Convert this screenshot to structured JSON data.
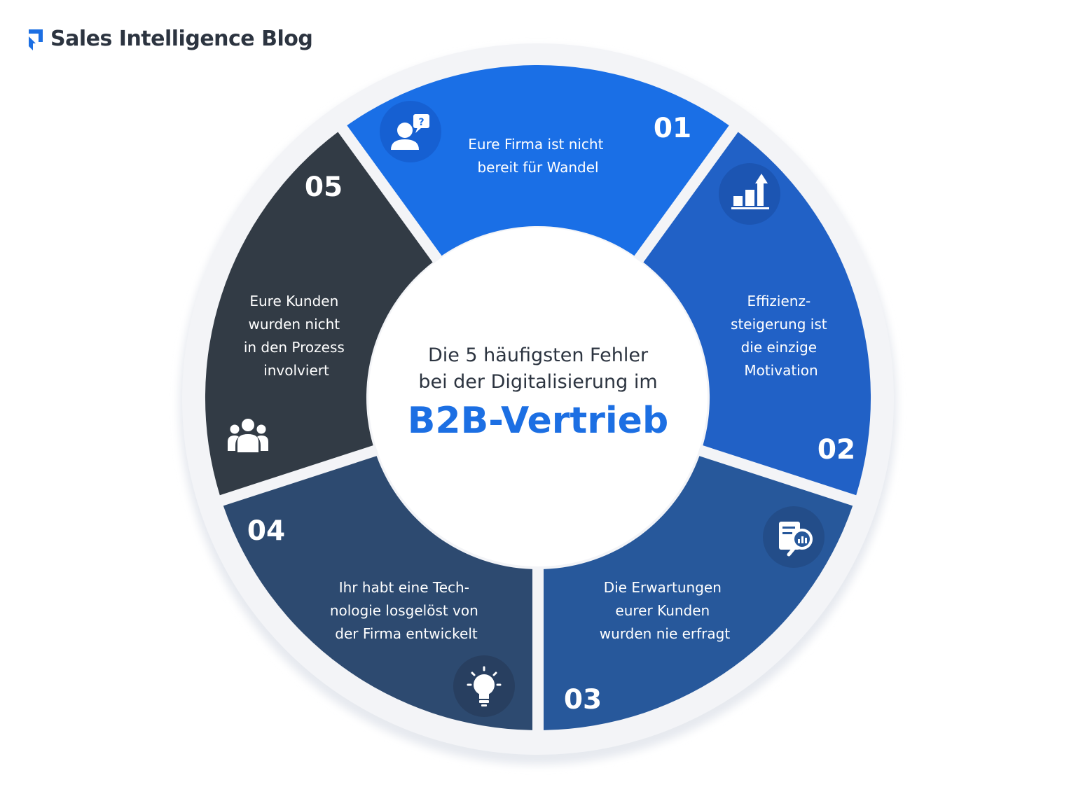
{
  "brand": {
    "name": "Sales Intelligence Blog",
    "logo_icon": "arrow-logo-icon"
  },
  "center": {
    "line1": "Die 5 häufigsten Fehler",
    "line2": "bei der Digitalisierung im",
    "highlight": "B2B-Vertrieb"
  },
  "colors": {
    "accent": "#1c6fe3",
    "text_dark": "#2c3440",
    "ring_outer": "#eef0f4"
  },
  "segments": [
    {
      "number": "01",
      "lines": [
        "Eure Firma ist nicht",
        "bereit für Wandel"
      ],
      "icon": "person-question-icon",
      "color": "#1a6fe6"
    },
    {
      "number": "02",
      "lines": [
        "Effizienz-",
        "steigerung ist",
        "die einzige",
        "Motivation"
      ],
      "icon": "growth-chart-icon",
      "color": "#2161c6"
    },
    {
      "number": "03",
      "lines": [
        "Die Erwartungen",
        "eurer Kunden",
        "wurden nie erfragt"
      ],
      "icon": "report-search-icon",
      "color": "#27589b"
    },
    {
      "number": "04",
      "lines": [
        "Ihr habt eine Tech-",
        "nologie losgelöst von",
        "der Firma entwickelt"
      ],
      "icon": "lightbulb-icon",
      "color": "#2d4a70"
    },
    {
      "number": "05",
      "lines": [
        "Eure Kunden",
        "wurden nicht",
        "in den Prozess",
        "involviert"
      ],
      "icon": "team-icon",
      "color": "#323b45"
    }
  ]
}
